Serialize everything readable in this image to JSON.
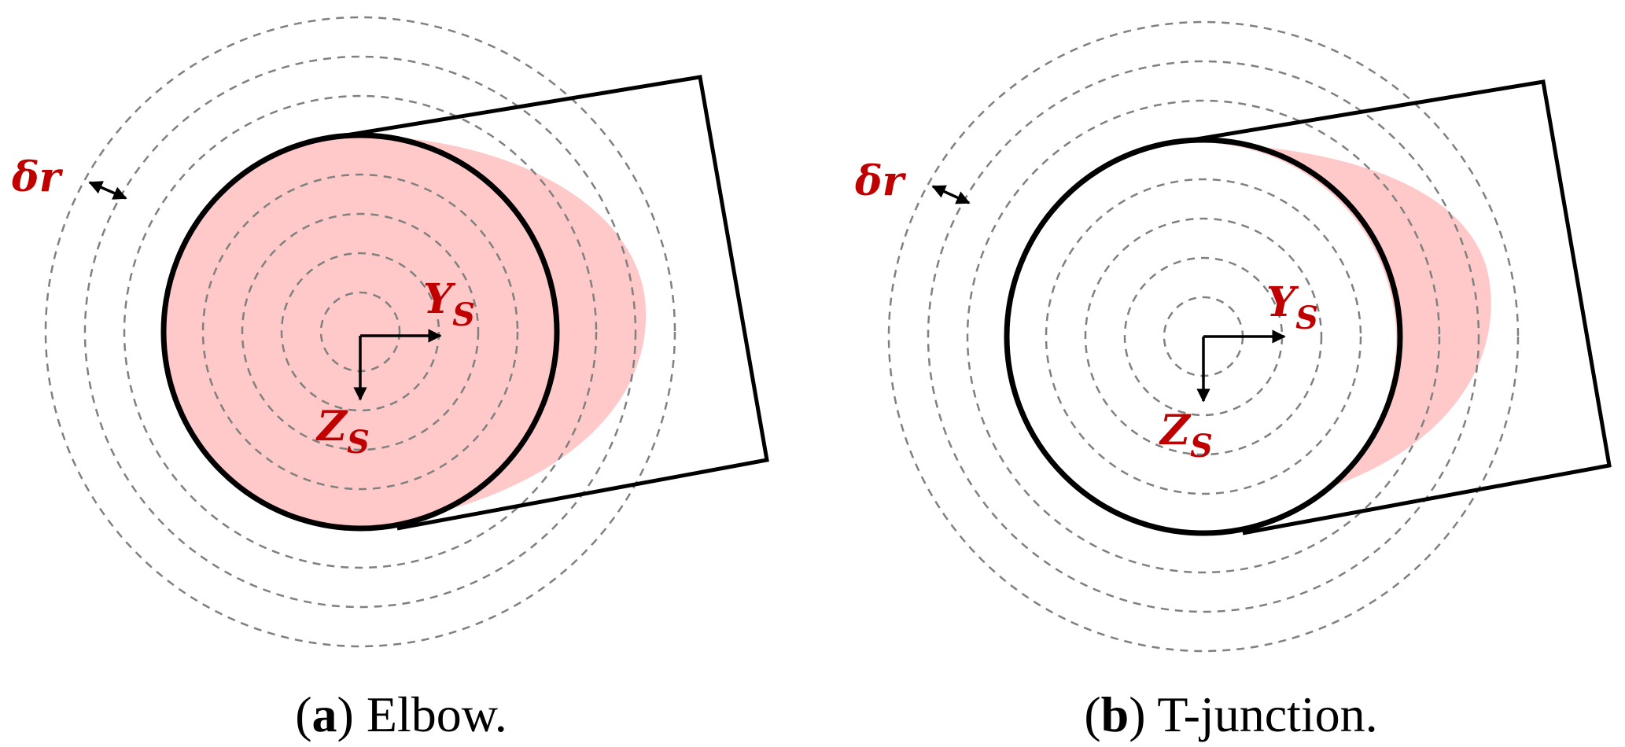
{
  "colors": {
    "label": "#c00000",
    "highlight": "#ffc9c9",
    "outline": "#000000",
    "dashed": "#808080"
  },
  "panels": [
    {
      "id": "a",
      "label_delta_r": "δr",
      "label_y_axis": "Y",
      "label_y_sub": "S",
      "label_z_axis": "Z",
      "label_z_sub": "S",
      "caption_letter": "a",
      "caption_text": "Elbow."
    },
    {
      "id": "b",
      "label_delta_r": "δr",
      "label_y_axis": "Y",
      "label_y_sub": "S",
      "label_z_axis": "Z",
      "label_z_sub": "S",
      "caption_letter": "b",
      "caption_text": "T-junction."
    }
  ]
}
